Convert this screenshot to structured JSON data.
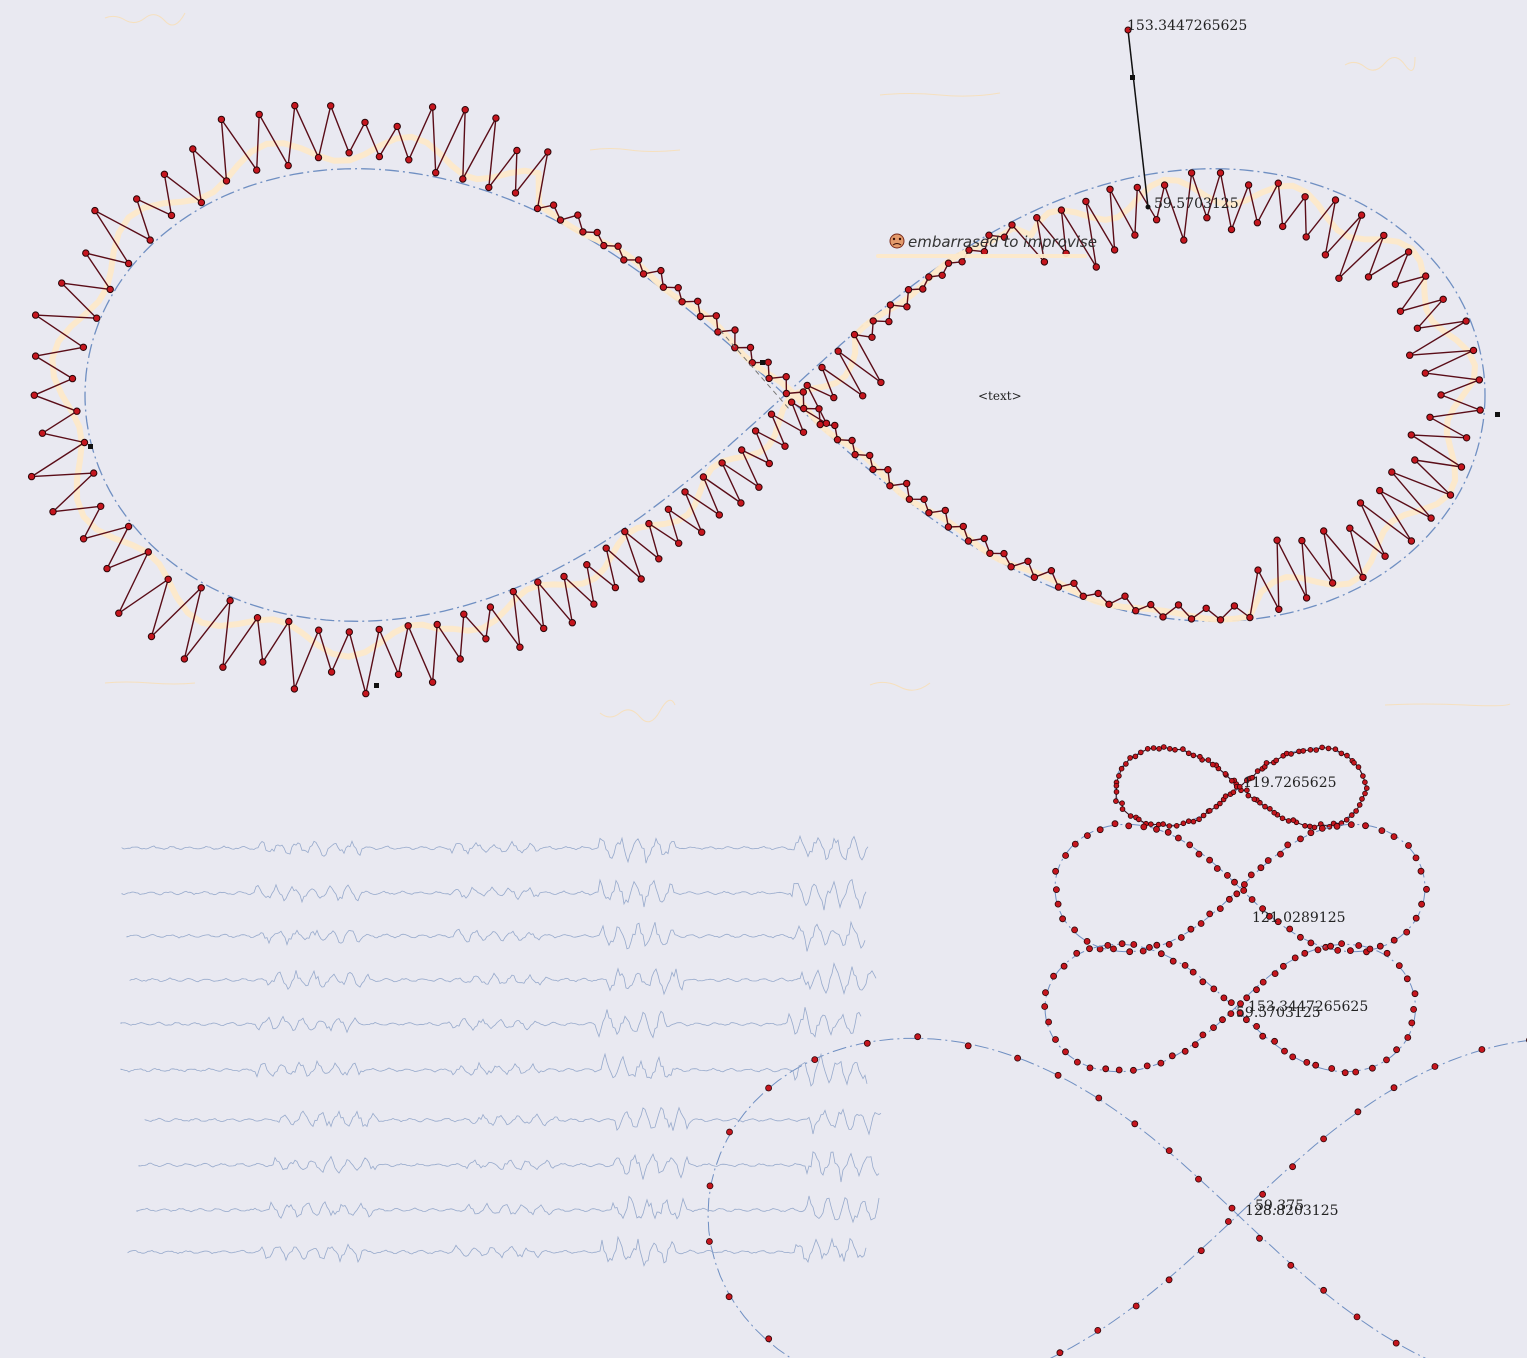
{
  "labels": {
    "top_value": "153.3447265625",
    "mid_value": "59.5703125",
    "text_placeholder": "<text>",
    "caption": "embarrased to improvise",
    "mini1_value": "119.7265625",
    "mini2_value": "121.0289125",
    "mini3_value_a": "153.3447265625",
    "mini3_value_b": "59.5703125",
    "mini4_value_a": "59.375",
    "mini4_value_b": "128.8203125"
  },
  "icons": {
    "caption_icon": "face-emoji-icon"
  },
  "colors": {
    "background": "#e9e9f1",
    "node": "#c5161e",
    "line": "#5a0d18",
    "guide": "#6f8fc2",
    "glow": "#fde9c9"
  }
}
